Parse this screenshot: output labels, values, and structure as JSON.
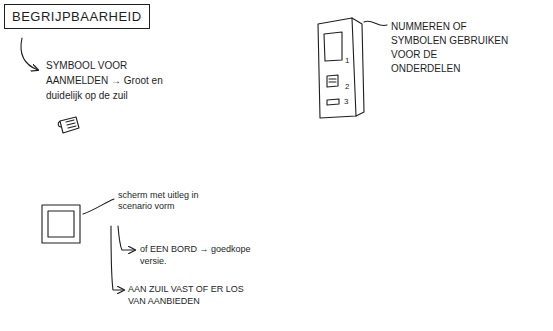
{
  "diagram": {
    "title": "BEGRIJPBAARHEID",
    "labels": [
      "SYMBOOL VOOR AANMELDEN → Groot en duidelijk op de zuil",
      "NUMMEREN OF SYMBOLEN GEBRUIKEN VOOR DE ONDERDELEN",
      "1",
      "2",
      "3",
      "scherm met uitleg in scenario vorm",
      "of EEN BORD → goedkope versie.",
      "AAN ZUIL VAST OF ER LOS VAN AANBIEDEN"
    ]
  }
}
